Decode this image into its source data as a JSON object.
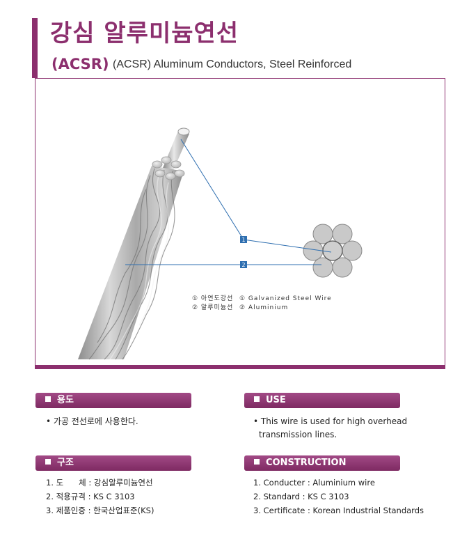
{
  "header": {
    "title_ko": "강심 알루미늄연선",
    "code": "(ACSR)",
    "title_en": "(ACSR) Aluminum Conductors, Steel Reinforced"
  },
  "figure": {
    "markers": [
      "1",
      "2"
    ],
    "legend_ko": [
      "① 아연도강선",
      "② 알루미늄선"
    ],
    "legend_en": [
      "① Galvanized Steel Wire",
      "② Aluminium"
    ]
  },
  "sections": {
    "usage_ko": {
      "title": "용도",
      "text": "• 가공 전선로에 사용한다."
    },
    "usage_en": {
      "title": "USE",
      "text_line1": "• This wire is used for high overhead",
      "text_line2": "transmission lines."
    },
    "construction_ko": {
      "title": "구조",
      "items": [
        "1. 도      체 : 강심알루미늄연선",
        "2. 적용규격 : KS C 3103",
        "3. 제품인증 : 한국산업표준(KS)"
      ]
    },
    "construction_en": {
      "title": "CONSTRUCTION",
      "items": [
        "1. Conducter : Aluminium wire",
        "2. Standard : KS C 3103",
        "3. Certificate : Korean Industrial Standards"
      ]
    }
  },
  "colors": {
    "accent": "#8c2f6e",
    "callout": "#2f6fb0"
  }
}
